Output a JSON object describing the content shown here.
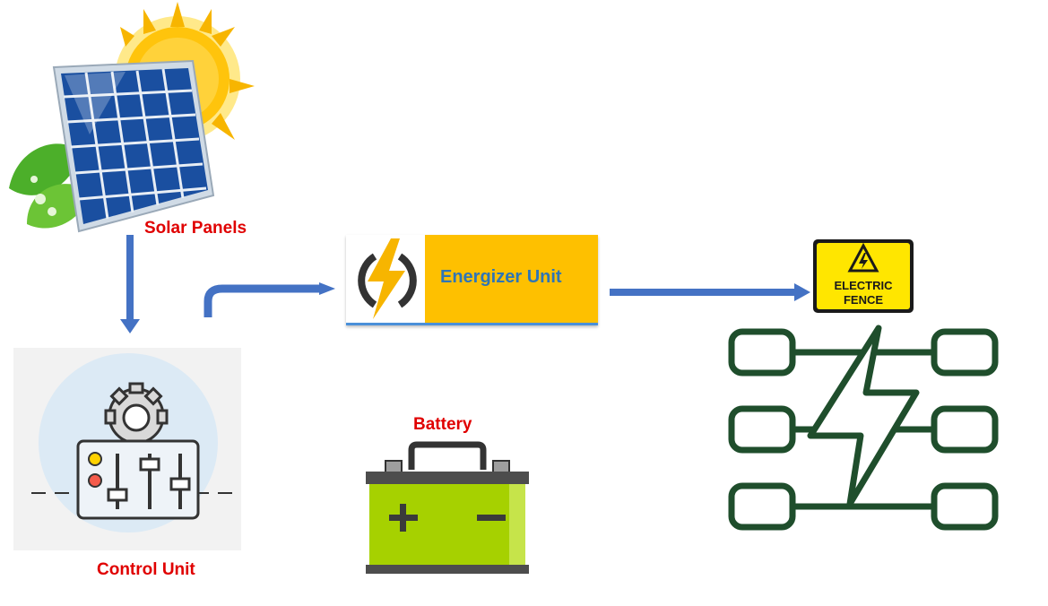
{
  "nodes": {
    "solar": {
      "label": "Solar Panels"
    },
    "energizer": {
      "label": "Energizer Unit"
    },
    "control": {
      "label": "Control Unit"
    },
    "battery": {
      "label": "Battery"
    },
    "fence": {
      "sign_line1": "ELECTRIC",
      "sign_line2": "FENCE"
    }
  },
  "colors": {
    "label_red": "#e00000",
    "energizer_fill": "#fec000",
    "energizer_text": "#2e75b6",
    "arrow": "#4472c4",
    "fence_green": "#1f4e2c",
    "battery_green": "#a6d100",
    "sign_yellow": "#ffe600"
  },
  "icons": [
    "sun-icon",
    "solar-panel-icon",
    "leaf-icon",
    "control-panel-icon",
    "gear-icon",
    "battery-icon",
    "lightning-icon",
    "electric-fence-icon",
    "warning-sign-icon"
  ]
}
